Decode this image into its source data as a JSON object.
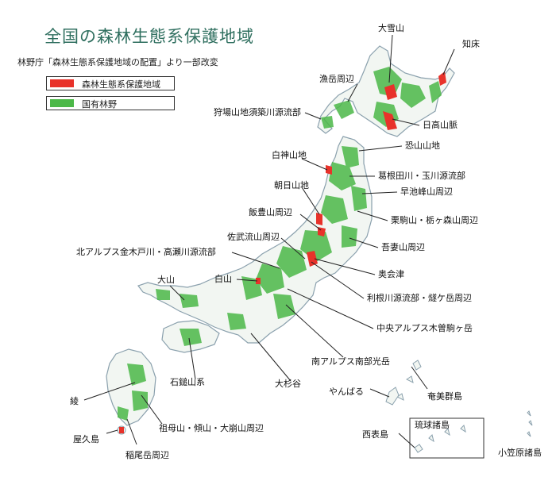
{
  "title": "全国の森林生態系保護地域",
  "subtitle": "林野庁「森林生態系保護地域の配置」より一部改変",
  "colors": {
    "protected": "#e8322a",
    "national_forest": "#4cb848",
    "land_fill": "#f2f6f2",
    "coast": "#8aa0ad",
    "leader": "#222222"
  },
  "legend": [
    {
      "label": "森林生態系保護地域",
      "color": "#e8322a"
    },
    {
      "label": "国有林野",
      "color": "#4cb848"
    }
  ],
  "areas": [
    {
      "id": "taisetsuzan",
      "name": "大雪山"
    },
    {
      "id": "shiretoko",
      "name": "知床"
    },
    {
      "id": "rishiri",
      "name": "漁岳周辺"
    },
    {
      "id": "karibayama",
      "name": "狩場山地須築川源流部"
    },
    {
      "id": "hidaka",
      "name": "日高山脈"
    },
    {
      "id": "osoreyama",
      "name": "恐山山地"
    },
    {
      "id": "shirakami",
      "name": "白神山地"
    },
    {
      "id": "kuzune",
      "name": "葛根田川・玉川源流部"
    },
    {
      "id": "hayachine",
      "name": "早池峰山周辺"
    },
    {
      "id": "asahi",
      "name": "朝日山地"
    },
    {
      "id": "kurikoma",
      "name": "栗駒山・栃ヶ森山周辺"
    },
    {
      "id": "iide",
      "name": "飯豊山周辺"
    },
    {
      "id": "azuma",
      "name": "吾妻山周辺"
    },
    {
      "id": "sadoyama",
      "name": "佐武流山周辺"
    },
    {
      "id": "okuaizu",
      "name": "奥会津"
    },
    {
      "id": "kitaalps",
      "name": "北アルプス金木戸川・高瀬川源流部"
    },
    {
      "id": "tone",
      "name": "利根川源流部・燧ケ岳周辺"
    },
    {
      "id": "hakusan",
      "name": "白山"
    },
    {
      "id": "daisen",
      "name": "大山"
    },
    {
      "id": "chuoalps",
      "name": "中央アルプス木曽駒ヶ岳"
    },
    {
      "id": "minamialps",
      "name": "南アルプス南部光岳"
    },
    {
      "id": "ishizuchi",
      "name": "石鎚山系"
    },
    {
      "id": "odaigahara",
      "name": "大杉谷"
    },
    {
      "id": "aya",
      "name": "綾"
    },
    {
      "id": "sobo",
      "name": "祖母山・傾山・大崩山周辺"
    },
    {
      "id": "yakushima",
      "name": "屋久島"
    },
    {
      "id": "kirishima",
      "name": "稲尾岳周辺"
    },
    {
      "id": "yambaru",
      "name": "やんばる"
    },
    {
      "id": "amami",
      "name": "奄美群島"
    },
    {
      "id": "iriomote",
      "name": "西表島"
    },
    {
      "id": "ryukyu",
      "name": "琉球諸島"
    },
    {
      "id": "ogasawara",
      "name": "小笠原諸島"
    }
  ]
}
